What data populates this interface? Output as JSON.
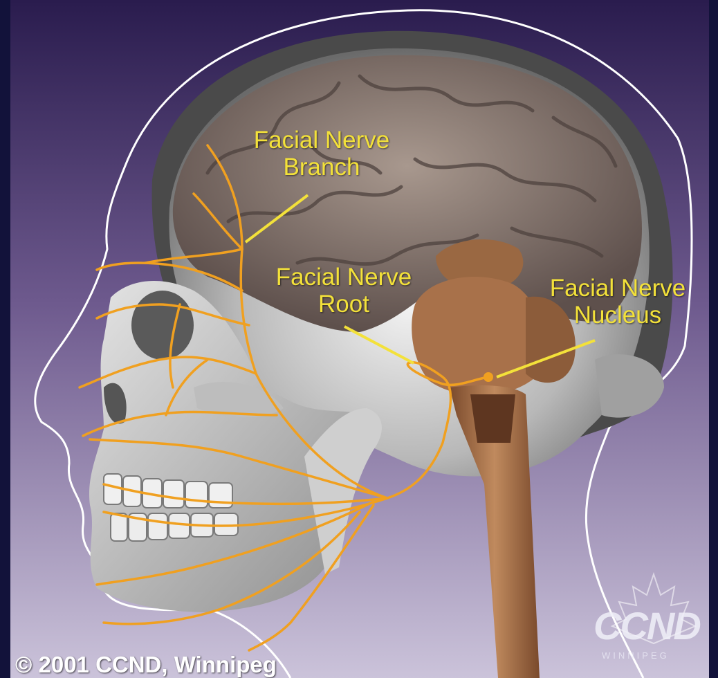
{
  "labels": {
    "branch": {
      "line1": "Facial Nerve",
      "line2": "Branch"
    },
    "root": {
      "line1": "Facial Nerve",
      "line2": "Root"
    },
    "nucleus": {
      "line1": "Facial Nerve",
      "line2": "Nucleus"
    }
  },
  "copyright": "© 2001 CCND, Winnipeg",
  "logo": {
    "text": "CCND",
    "subtext": "WINNIPEG"
  },
  "colors": {
    "background_top": "#2a1c4e",
    "background_bottom": "#cbc3da",
    "frame": "#12123a",
    "label_text": "#f3e13a",
    "nerve": "#f0a020",
    "brainstem": "#a8704a",
    "bone": "#d8d8d8",
    "brain": "#8e7e78"
  }
}
